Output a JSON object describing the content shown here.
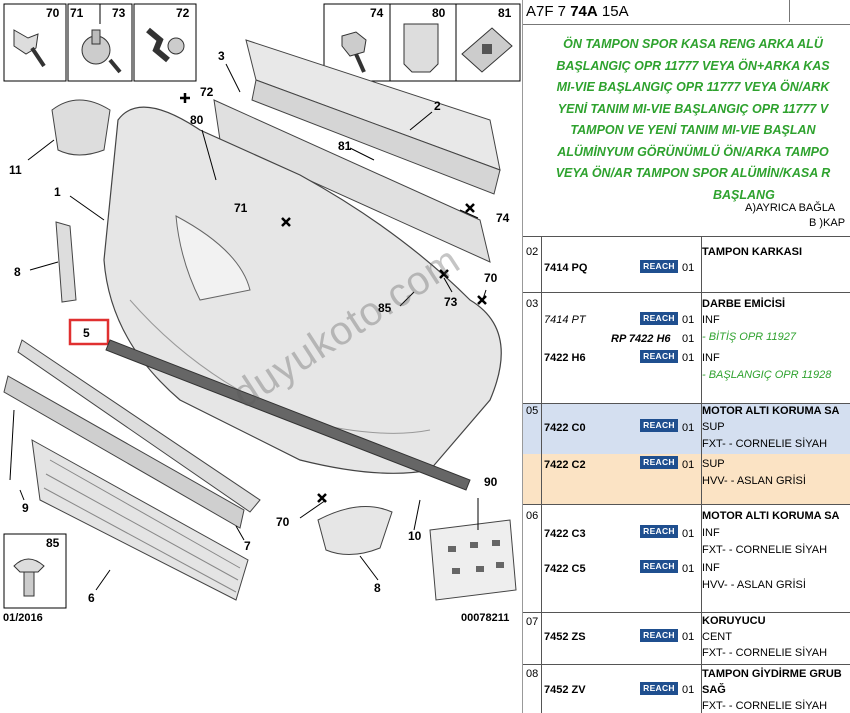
{
  "diagram": {
    "callouts": [
      "1",
      "2",
      "3",
      "5",
      "6",
      "7",
      "8",
      "8",
      "9",
      "10",
      "11",
      "70",
      "70",
      "71",
      "72",
      "73",
      "74",
      "80",
      "81",
      "85",
      "90"
    ],
    "box_labels": {
      "b70": "70",
      "b71": "71",
      "b73": "73",
      "b72": "72",
      "b74": "74",
      "b80": "80",
      "b81": "81",
      "b85": "85"
    },
    "highlight_label": "5",
    "date": "01/2016",
    "ref_number": "00078211",
    "watermark": "duyukoto.com"
  },
  "panel": {
    "ref": {
      "a": "A7F 7",
      "b": "74A",
      "c": "15A"
    },
    "green_lines": [
      "ÖN TAMPON SPOR KASA RENG ARKA ALÜ",
      "BAŞLANGIÇ OPR 11777 VEYA ÖN+ARKA KAS",
      "MI-VIE BAŞLANGIÇ OPR 11777 VEYA ÖN/ARK",
      "YENİ TANIM MI-VIE BAŞLANGIÇ OPR 11777 V",
      "TAMPON VE YENİ TANIM MI-VIE BAŞLAN",
      "ALÜMİNYUM GÖRÜNÜMLÜ ÖN/ARKA TAMPO",
      "VEYA ÖN/AR TAMPON SPOR ALÜMİN/KASA R",
      "BAŞLANG"
    ],
    "note_a": "A)AYRICA BAĞLA",
    "note_b": "B )KAP",
    "reach_label": "REACH",
    "groups": [
      {
        "num": "02",
        "rows": [
          {
            "pn": "7414 PQ",
            "qty": "01",
            "lines": [
              {
                "t": "TAMPON KARKASI",
                "s": "title"
              }
            ]
          }
        ]
      },
      {
        "num": "03",
        "rows": [
          {
            "pn": "7414 PT",
            "qty": "01",
            "lines": [
              {
                "t": "DARBE EMİCİSİ",
                "s": "title"
              },
              {
                "t": "INF",
                "s": ""
              }
            ]
          },
          {
            "rp": "RP 7422 H6",
            "qty": "01",
            "lines": [
              {
                "t": "- BİTİŞ OPR 11927",
                "s": "green"
              }
            ]
          },
          {
            "pn": "7422 H6",
            "qty": "01",
            "lines": [
              {
                "t": "INF",
                "s": ""
              },
              {
                "t": "- BAŞLANGIÇ OPR 11928",
                "s": "green"
              }
            ]
          }
        ]
      },
      {
        "num": "05",
        "rows": [
          {
            "pn": "7422 C0",
            "qty": "01",
            "lines": [
              {
                "t": "MOTOR ALTI KORUMA SA",
                "s": "title"
              },
              {
                "t": "SUP",
                "s": ""
              },
              {
                "t": "FXT- - CORNELIE SİYAH",
                "s": ""
              }
            ]
          },
          {
            "pn": "7422 C2",
            "qty": "01",
            "lines": [
              {
                "t": "SUP",
                "s": ""
              },
              {
                "t": "HVV- - ASLAN GRİSİ",
                "s": ""
              }
            ]
          }
        ]
      },
      {
        "num": "06",
        "rows": [
          {
            "pn": "7422 C3",
            "qty": "01",
            "lines": [
              {
                "t": "MOTOR ALTI KORUMA SA",
                "s": "title"
              },
              {
                "t": "INF",
                "s": ""
              },
              {
                "t": "FXT- - CORNELIE SİYAH",
                "s": ""
              }
            ]
          },
          {
            "pn": "7422 C5",
            "qty": "01",
            "lines": [
              {
                "t": "INF",
                "s": ""
              },
              {
                "t": "HVV- - ASLAN GRİSİ",
                "s": ""
              }
            ]
          }
        ]
      },
      {
        "num": "07",
        "rows": [
          {
            "pn": "7452 ZS",
            "qty": "01",
            "lines": [
              {
                "t": "KORUYUCU",
                "s": "title"
              },
              {
                "t": "CENT",
                "s": ""
              },
              {
                "t": "FXT- - CORNELIE SİYAH",
                "s": ""
              }
            ]
          }
        ]
      },
      {
        "num": "08",
        "rows": [
          {
            "pn": "7452 ZV",
            "qty": "01",
            "lines": [
              {
                "t": "TAMPON GİYDİRME GRUB",
                "s": "title"
              },
              {
                "t": "SAĞ",
                "s": "title"
              },
              {
                "t": "FXT- - CORNELIE SİYAH",
                "s": ""
              }
            ]
          }
        ]
      }
    ]
  },
  "colors": {
    "green_text": "#2ea22e",
    "reach_badge": "#1f4f8f",
    "highlight_box": "#e03030",
    "row_blue": "#d4dff0",
    "row_peach": "#fbe3c4"
  }
}
